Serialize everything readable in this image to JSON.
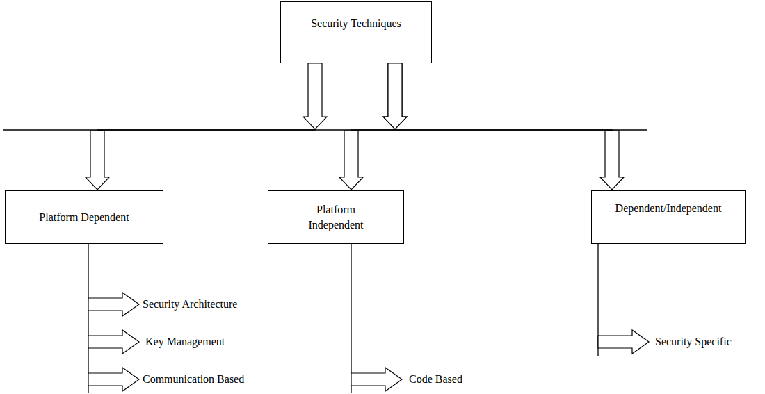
{
  "diagram": {
    "nodes": [
      {
        "text": [
          "Security Techniques"
        ]
      },
      {
        "text": [
          "Platform Dependent"
        ]
      },
      {
        "text": [
          "Platform Independent"
        ]
      },
      {
        "text": [
          "Dependent/Independent"
        ]
      }
    ],
    "edges": [
      {
        "from": 0,
        "to": 1,
        "arrow": "to"
      },
      {
        "from": 0,
        "to": 2,
        "arrow": "to"
      },
      {
        "from": 0,
        "to": 3,
        "arrow": "to"
      }
    ],
    "labels": [
      "Security Architecture",
      "Key Management",
      "Communication Based",
      "Code Based",
      "Security Specific"
    ]
  }
}
